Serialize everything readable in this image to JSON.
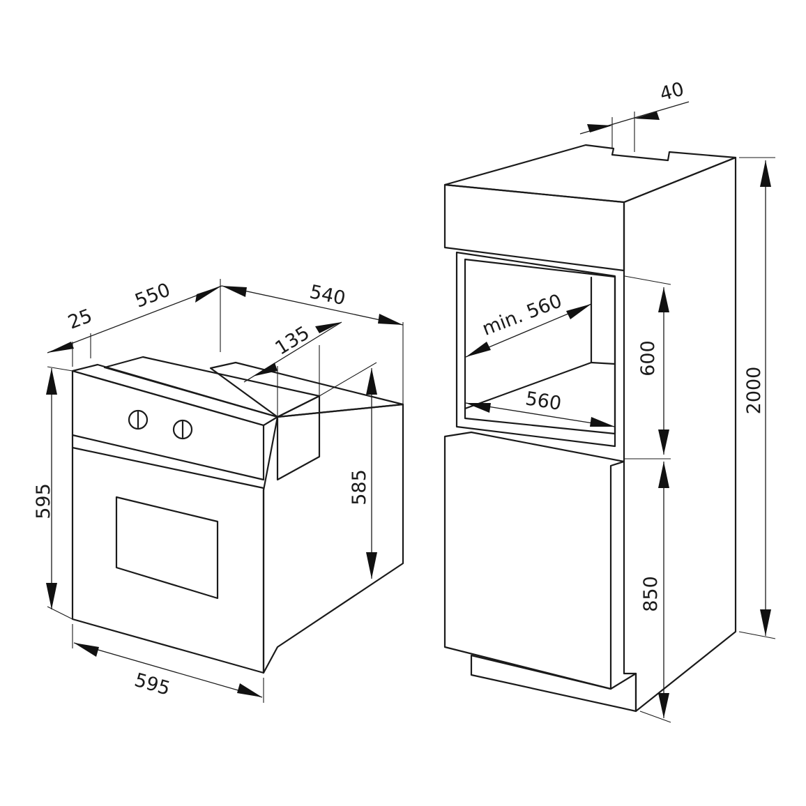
{
  "oven": {
    "width_label": "595",
    "height_label": "595",
    "inner_height_label": "585",
    "depth_label": "550",
    "front_offset_label": "25",
    "total_depth_label": "540",
    "top_vent_label": "135"
  },
  "cabinet": {
    "vent_label": "40",
    "total_height_label": "2000",
    "niche_height_label": "600",
    "base_height_label": "850",
    "niche_width_label": "560",
    "niche_depth_label": "min. 560"
  },
  "colors": {
    "stroke": "#1a1a1a",
    "background": "#ffffff"
  }
}
